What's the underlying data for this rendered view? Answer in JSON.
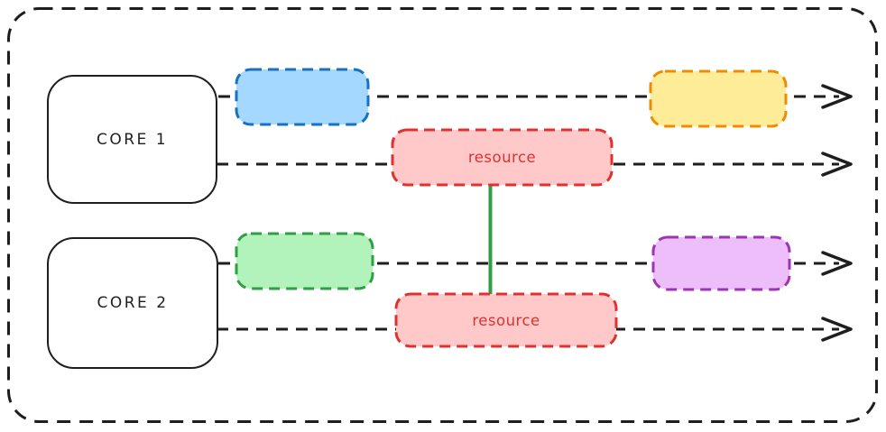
{
  "diagram": {
    "cores": [
      {
        "label": "CORE 1"
      },
      {
        "label": "CORE 2"
      }
    ],
    "resource_blocks": [
      {
        "label": "resource"
      },
      {
        "label": "resource"
      }
    ],
    "task_blocks": [
      {
        "color_name": "blue",
        "lane": "core1-lane-a"
      },
      {
        "color_name": "yellow",
        "lane": "core1-lane-a"
      },
      {
        "color_name": "green",
        "lane": "core2-lane-a"
      },
      {
        "color_name": "purple",
        "lane": "core2-lane-a"
      }
    ],
    "connector": {
      "from": "resource-block-1",
      "to": "resource-block-2"
    }
  },
  "colors": {
    "ink": "#1e1e1e",
    "blue_stroke": "#1971c2",
    "blue_fill": "#a5d8ff",
    "yellow_stroke": "#f08c00",
    "yellow_fill": "#ffec99",
    "red_stroke": "#e03131",
    "red_fill": "#ffc9c9",
    "green_stroke": "#2f9e44",
    "green_fill": "#b2f2bb",
    "purple_stroke": "#9c36b5",
    "purple_fill": "#eebefa",
    "connector": "#2f9e44"
  }
}
